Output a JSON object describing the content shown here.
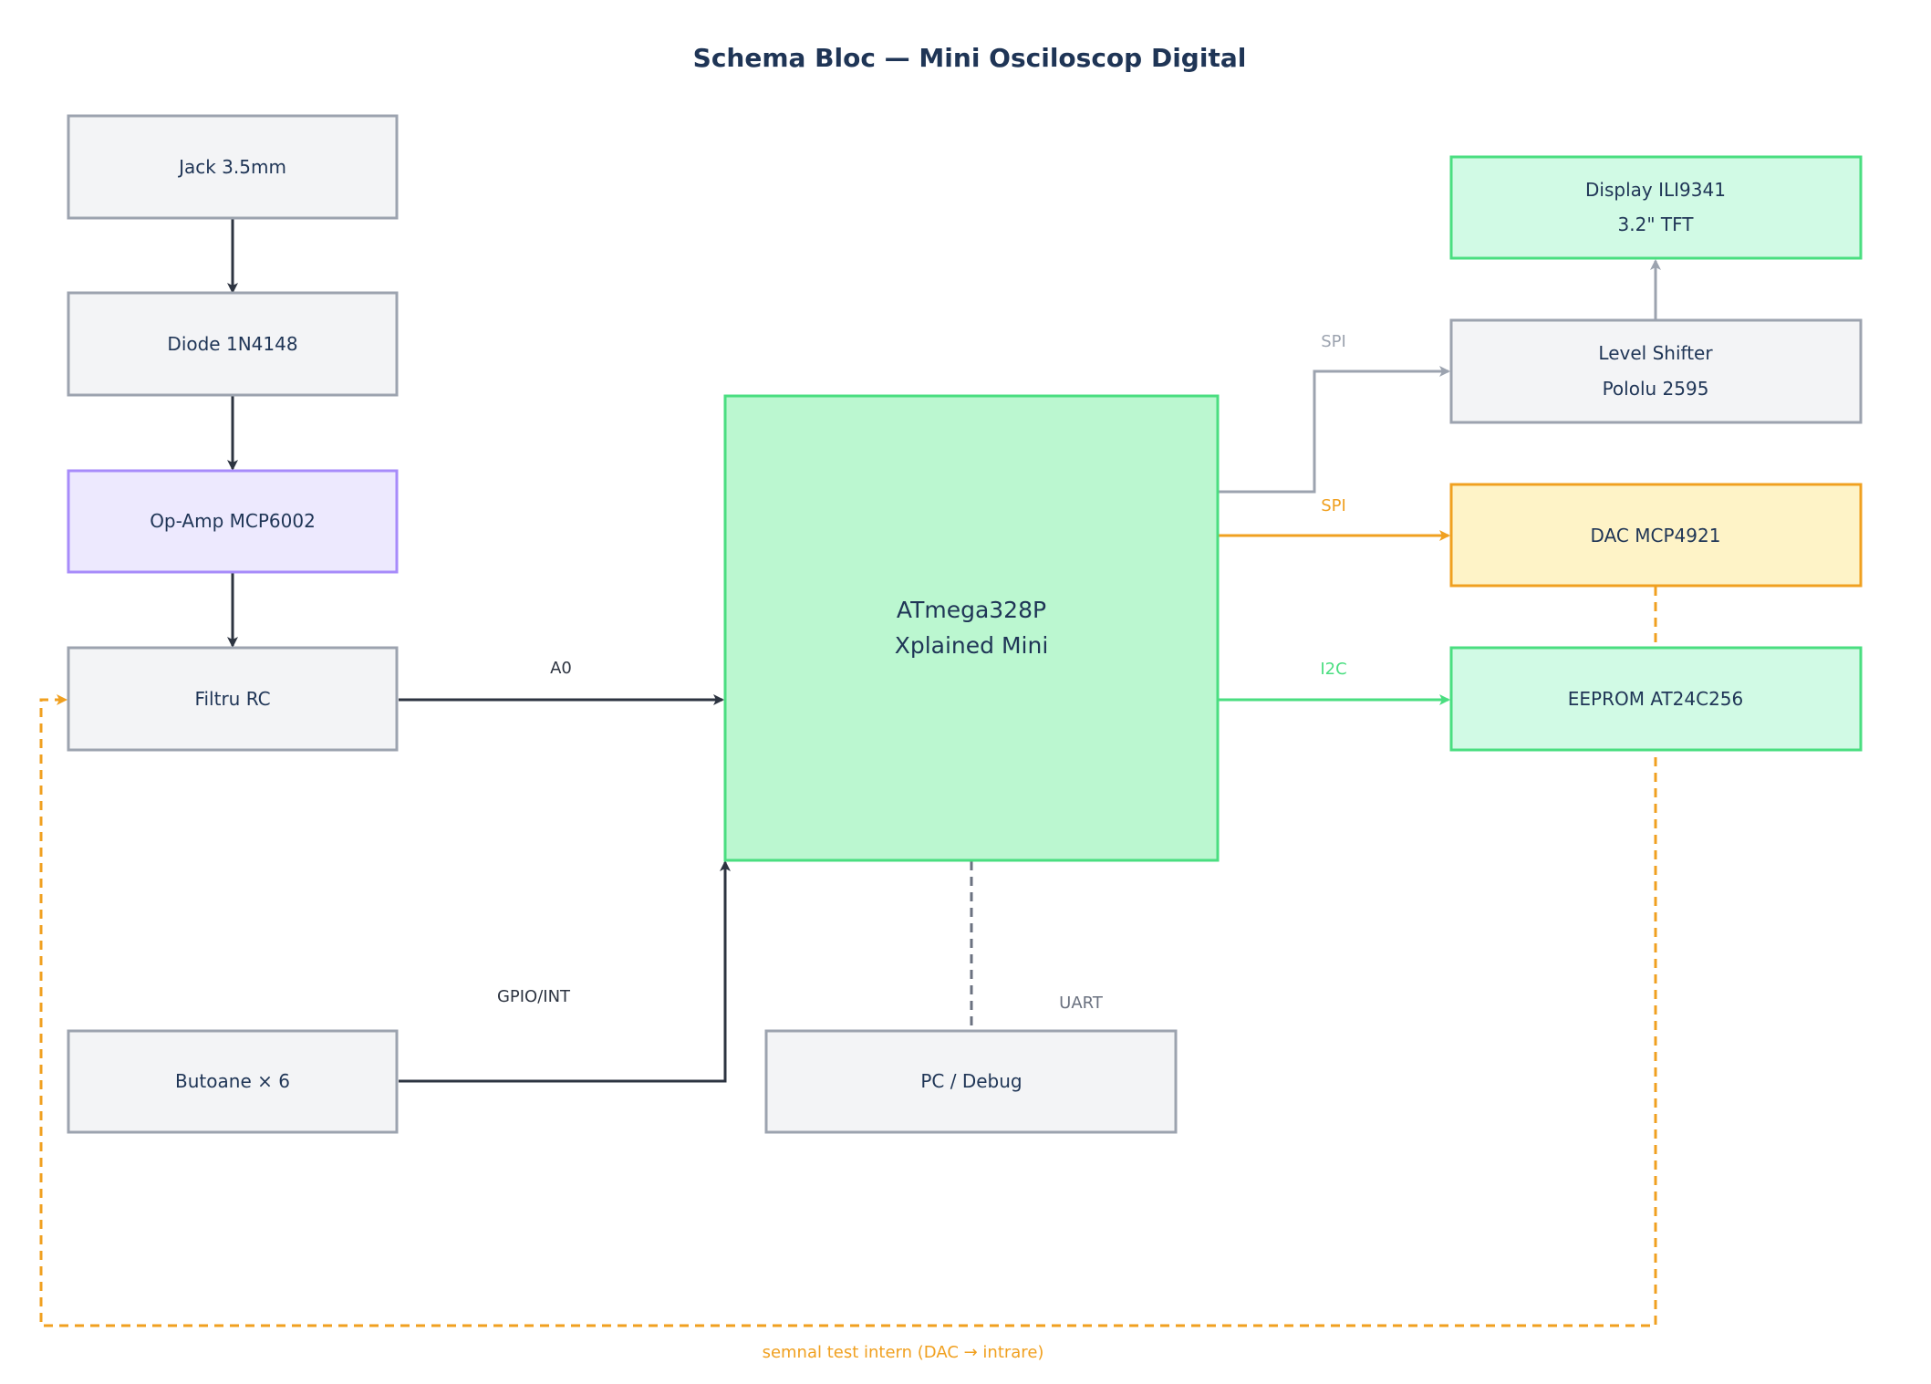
{
  "title": "Schema Bloc — Mini Osciloscop Digital",
  "colors": {
    "title": "#1f3556",
    "dark_edge": "#2d3441",
    "gray_edge": "#9ca3af",
    "orange_edge": "#f0a020",
    "green_edge": "#4ade80",
    "dashed_gray": "#6b7280"
  },
  "blocks": {
    "jack": {
      "label": "Jack 3.5mm"
    },
    "diode": {
      "label": "Diode 1N4148"
    },
    "opamp": {
      "label": "Op-Amp MCP6002"
    },
    "filter": {
      "label": "Filtru RC"
    },
    "buttons": {
      "label": "Butoane × 6"
    },
    "mcu": {
      "line1": "ATmega328P",
      "line2": "Xplained Mini"
    },
    "pc": {
      "label": "PC / Debug"
    },
    "display": {
      "line1": "Display ILI9341",
      "line2": "3.2\" TFT"
    },
    "level_shifter": {
      "line1": "Level Shifter",
      "line2": "Pololu 2595"
    },
    "dac": {
      "label": "DAC MCP4921"
    },
    "eeprom": {
      "label": "EEPROM AT24C256"
    }
  },
  "edges": {
    "a0": "A0",
    "gpio": "GPIO/INT",
    "uart": "UART",
    "spi_level": "SPI",
    "spi_dac": "SPI",
    "i2c": "I2C",
    "feedback": "semnal test intern (DAC → intrare)"
  }
}
